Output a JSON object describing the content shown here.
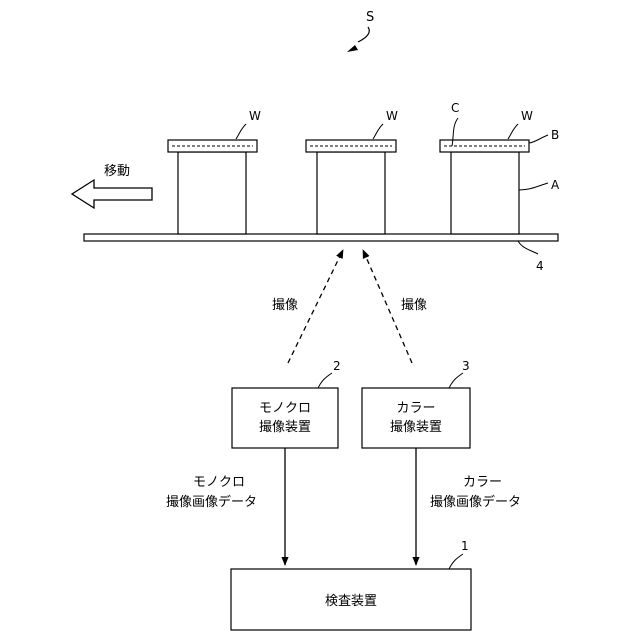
{
  "system_label": "S",
  "conveyor": {
    "ref": "4",
    "move_label": "移動"
  },
  "workpiece_labels": {
    "W1": "W",
    "W2": "W",
    "W3": "W",
    "C": "C",
    "B": "B",
    "A": "A"
  },
  "imaging": {
    "left": "撮像",
    "right": "撮像"
  },
  "devices": {
    "mono": {
      "ref": "2",
      "line1": "モノクロ",
      "line2": "撮像装置",
      "data_line1": "モノクロ",
      "data_line2": "撮像画像データ"
    },
    "color": {
      "ref": "3",
      "line1": "カラー",
      "line2": "撮像装置",
      "data_line1": "カラー",
      "data_line2": "撮像画像データ"
    },
    "inspection": {
      "ref": "1",
      "label": "検査装置"
    }
  }
}
